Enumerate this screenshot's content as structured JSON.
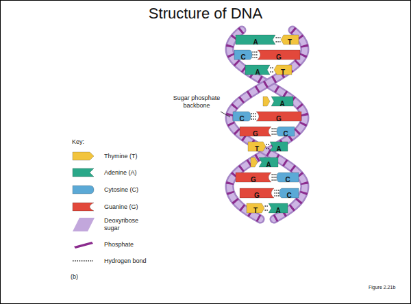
{
  "diagram": {
    "title": "Structure of DNA",
    "nodes": [
      {
        "text": [
          "A"
        ]
      },
      {
        "text": [
          "T"
        ]
      },
      {
        "text": [
          "C"
        ]
      },
      {
        "text": [
          "G"
        ]
      },
      {
        "text": [
          "A"
        ]
      },
      {
        "text": [
          "T"
        ]
      },
      {
        "text": [
          "A"
        ]
      },
      {
        "text": [
          "C"
        ]
      },
      {
        "text": [
          "G"
        ]
      },
      {
        "text": [
          "G"
        ]
      },
      {
        "text": [
          "C"
        ]
      },
      {
        "text": [
          "T"
        ]
      },
      {
        "text": [
          "A"
        ]
      },
      {
        "text": [
          "A"
        ]
      },
      {
        "text": [
          "G"
        ]
      },
      {
        "text": [
          "C"
        ]
      },
      {
        "text": [
          "G"
        ]
      },
      {
        "text": [
          "C"
        ]
      },
      {
        "text": [
          "T"
        ]
      },
      {
        "text": [
          "A"
        ]
      }
    ],
    "edges": [
      {
        "from": 0,
        "to": 1,
        "arrow": "none"
      },
      {
        "from": 2,
        "to": 3,
        "arrow": "none"
      },
      {
        "from": 4,
        "to": 5,
        "arrow": "none"
      },
      {
        "from": 7,
        "to": 8,
        "arrow": "none"
      },
      {
        "from": 9,
        "to": 10,
        "arrow": "none"
      },
      {
        "from": 11,
        "to": 12,
        "arrow": "none"
      },
      {
        "from": 14,
        "to": 15,
        "arrow": "none"
      },
      {
        "from": 16,
        "to": 17,
        "arrow": "none"
      },
      {
        "from": 18,
        "to": 19,
        "arrow": "none"
      }
    ],
    "labels": [
      "Sugar phosphate backbone",
      "Key:",
      "(b)",
      "Figure 2.21b"
    ],
    "legend": [
      {
        "text": "Thymine (T)",
        "color": "#f2c43d"
      },
      {
        "text": "Adenine (A)",
        "color": "#2aa889"
      },
      {
        "text": "Cytosine (C)",
        "color": "#5ba9d6"
      },
      {
        "text": "Guanine (G)",
        "color": "#e2483b"
      },
      {
        "text": "Deoxyribose sugar",
        "color": "#c2a7dc"
      },
      {
        "text": "Phosphate",
        "color": "#8b2c8e"
      },
      {
        "text": "Hydrogen bond"
      }
    ]
  }
}
